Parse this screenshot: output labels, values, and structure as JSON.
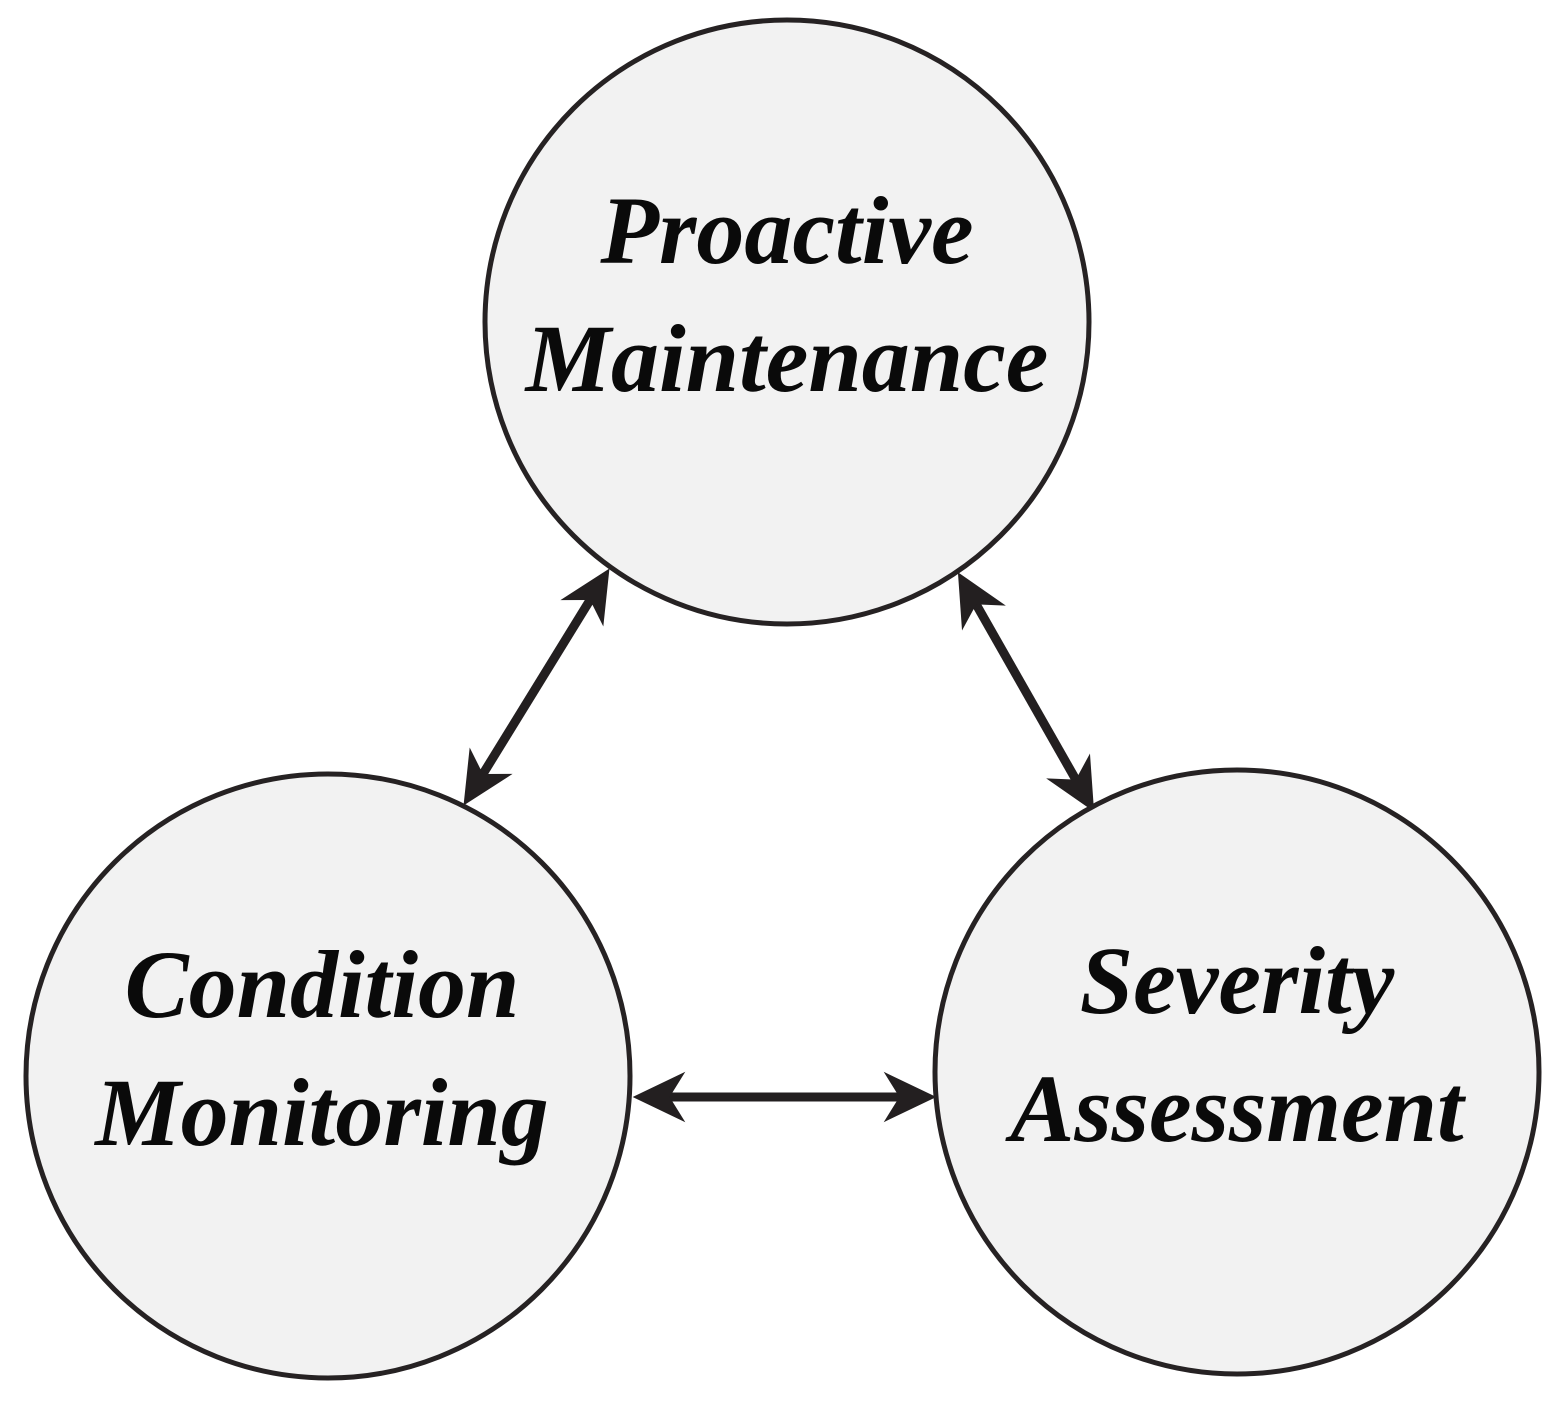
{
  "diagram": {
    "type": "cycle-relationship-diagram",
    "colors": {
      "background": "#ffffff",
      "node_fill": "#f2f2f2",
      "node_stroke": "#262223",
      "text": "#0a0a0a",
      "arrow": "#231f20"
    },
    "nodes": [
      {
        "id": "proactive-maintenance",
        "label": "Proactive Maintenance",
        "lines": [
          "Proactive",
          "Maintenance"
        ]
      },
      {
        "id": "condition-monitoring",
        "label": "Condition Monitoring",
        "lines": [
          "Condition",
          "Monitoring"
        ]
      },
      {
        "id": "severity-assessment",
        "label": "Severity Assessment",
        "lines": [
          "Severity",
          "Assessment"
        ]
      }
    ],
    "edges": [
      {
        "from": "proactive-maintenance",
        "to": "condition-monitoring",
        "type": "bidirectional"
      },
      {
        "from": "proactive-maintenance",
        "to": "severity-assessment",
        "type": "bidirectional"
      },
      {
        "from": "condition-monitoring",
        "to": "severity-assessment",
        "type": "bidirectional"
      }
    ]
  }
}
